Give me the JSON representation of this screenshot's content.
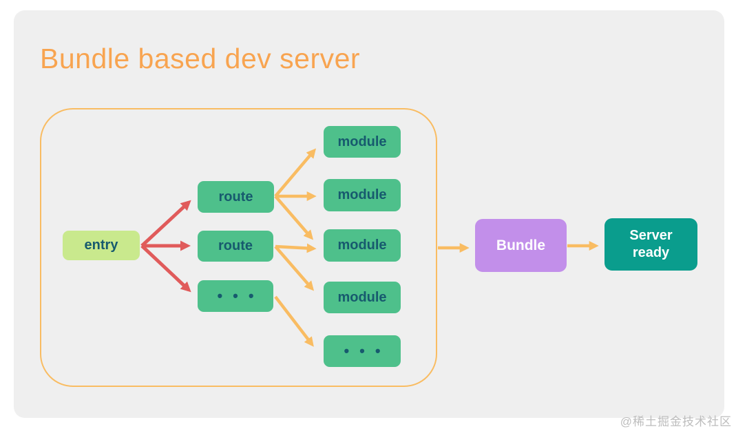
{
  "title": "Bundle based dev server",
  "watermark": "@稀土掘金技术社区",
  "colors": {
    "title_orange": "#F8A450",
    "flow_orange": "#F9BC62",
    "fanout_red": "#E05B5B",
    "entry_fill": "#C9E98D",
    "node_green_fill": "#4EC08B",
    "node_text": "#175A6E",
    "bundle_fill": "#C28FEA",
    "server_ready_fill": "#0A9D8D",
    "card_background": "#EFEFEF"
  },
  "diagram": {
    "entry": {
      "label": "entry"
    },
    "routes": [
      {
        "label": "route"
      },
      {
        "label": "route"
      },
      {
        "label": "•••"
      }
    ],
    "modules": [
      {
        "label": "module"
      },
      {
        "label": "module"
      },
      {
        "label": "module"
      },
      {
        "label": "module"
      },
      {
        "label": "•••"
      }
    ],
    "bundle": {
      "label": "Bundle"
    },
    "server_ready": {
      "label": "Server ready"
    },
    "edges": [
      {
        "from": "entry",
        "to": "route-1",
        "color": "red"
      },
      {
        "from": "entry",
        "to": "route-2",
        "color": "red"
      },
      {
        "from": "entry",
        "to": "routes-more",
        "color": "red"
      },
      {
        "from": "route-1",
        "to": "module-1",
        "color": "orange"
      },
      {
        "from": "route-1",
        "to": "module-2",
        "color": "orange"
      },
      {
        "from": "route-1",
        "to": "module-3",
        "color": "orange"
      },
      {
        "from": "route-2",
        "to": "module-3",
        "color": "orange"
      },
      {
        "from": "route-2",
        "to": "module-4",
        "color": "orange"
      },
      {
        "from": "routes-more",
        "to": "modules-more",
        "color": "orange"
      },
      {
        "from": "dev-server-boundary",
        "to": "bundle",
        "color": "orange"
      },
      {
        "from": "bundle",
        "to": "server-ready",
        "color": "orange"
      }
    ]
  }
}
